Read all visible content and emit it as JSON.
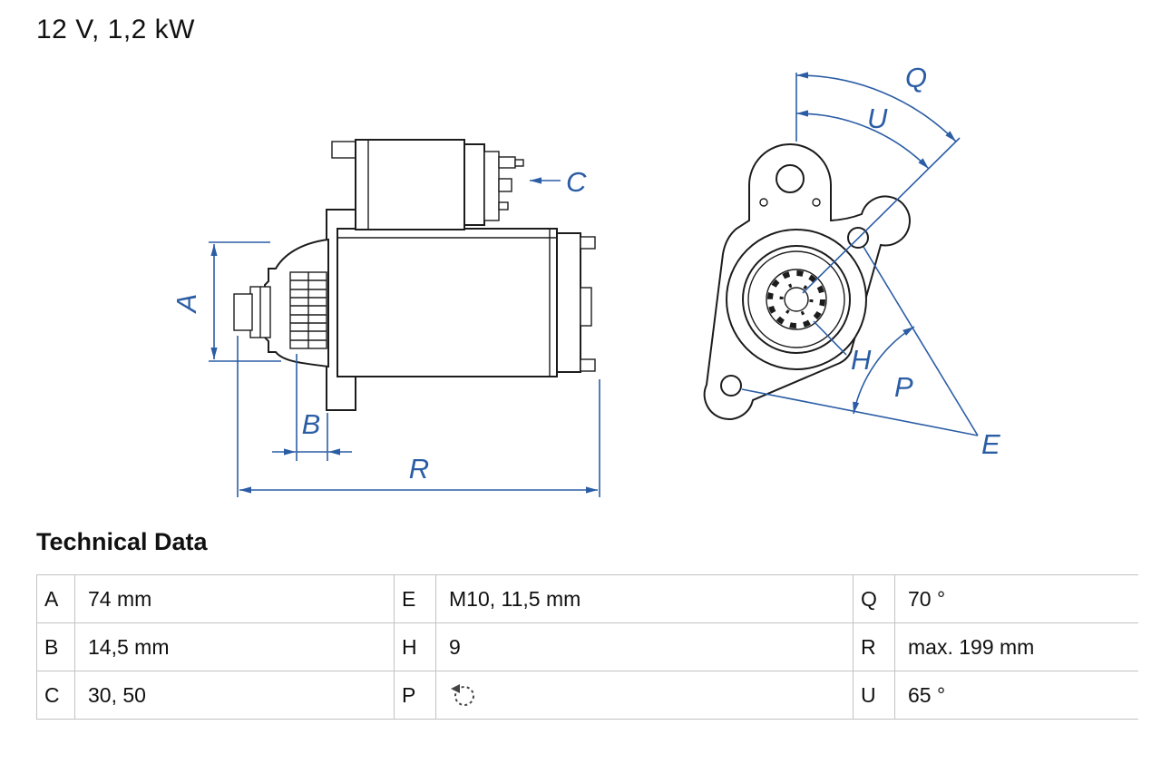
{
  "title": "12 V, 1,2 kW",
  "drawing": {
    "dimension_labels": {
      "A": "A",
      "B": "B",
      "C": "C",
      "E": "E",
      "H": "H",
      "P": "P",
      "Q": "Q",
      "R": "R",
      "U": "U"
    },
    "colors": {
      "dimension_accent": "#2b5da5",
      "outline": "#1c1c1c"
    }
  },
  "table": {
    "heading": "Technical Data",
    "rows": [
      {
        "cells": [
          {
            "key": "A",
            "value": "74 mm"
          },
          {
            "key": "E",
            "value": "M10, 11,5 mm"
          },
          {
            "key": "Q",
            "value": "70 °"
          }
        ]
      },
      {
        "cells": [
          {
            "key": "B",
            "value": "14,5 mm"
          },
          {
            "key": "H",
            "value": "9"
          },
          {
            "key": "R",
            "value": "max. 199 mm"
          }
        ]
      },
      {
        "cells": [
          {
            "key": "C",
            "value": "30, 50"
          },
          {
            "key": "P",
            "value": "",
            "icon": "rotation-ccw-icon"
          },
          {
            "key": "U",
            "value": "65 °"
          }
        ]
      }
    ]
  }
}
